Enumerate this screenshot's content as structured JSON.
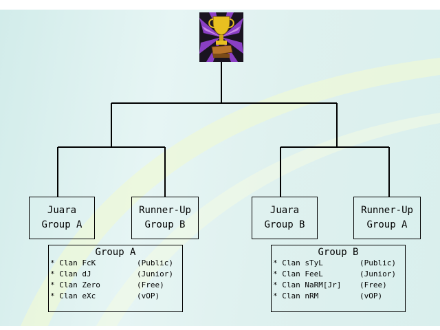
{
  "bracket": {
    "semifinals": [
      {
        "line1": "Juara",
        "line2": "Group A"
      },
      {
        "line1": "Runner-Up",
        "line2": "Group B"
      },
      {
        "line1": "Juara",
        "line2": "Group B"
      },
      {
        "line1": "Runner-Up",
        "line2": "Group A"
      }
    ]
  },
  "groups": [
    {
      "title": "Group A",
      "entries": [
        {
          "name": "* Clan FcK",
          "type": "(Public)"
        },
        {
          "name": "* Clan dJ",
          "type": "(Junior)"
        },
        {
          "name": "* Clan Zero",
          "type": "(Free)"
        },
        {
          "name": "* Clan eXc",
          "type": "(vOP)"
        }
      ]
    },
    {
      "title": "Group B",
      "entries": [
        {
          "name": "* Clan sTyL",
          "type": "(Public)"
        },
        {
          "name": "* Clan FeeL",
          "type": "(Junior)"
        },
        {
          "name": "* Clan NaRM[Jr]",
          "type": "(Free)"
        },
        {
          "name": "* Clan nRM",
          "type": "(vOP)"
        }
      ]
    }
  ],
  "colors": {
    "background": "#dff1ef",
    "lines": "#000000",
    "trophy_gold": "#e8c020",
    "trophy_burst": "#8a3fc4"
  }
}
